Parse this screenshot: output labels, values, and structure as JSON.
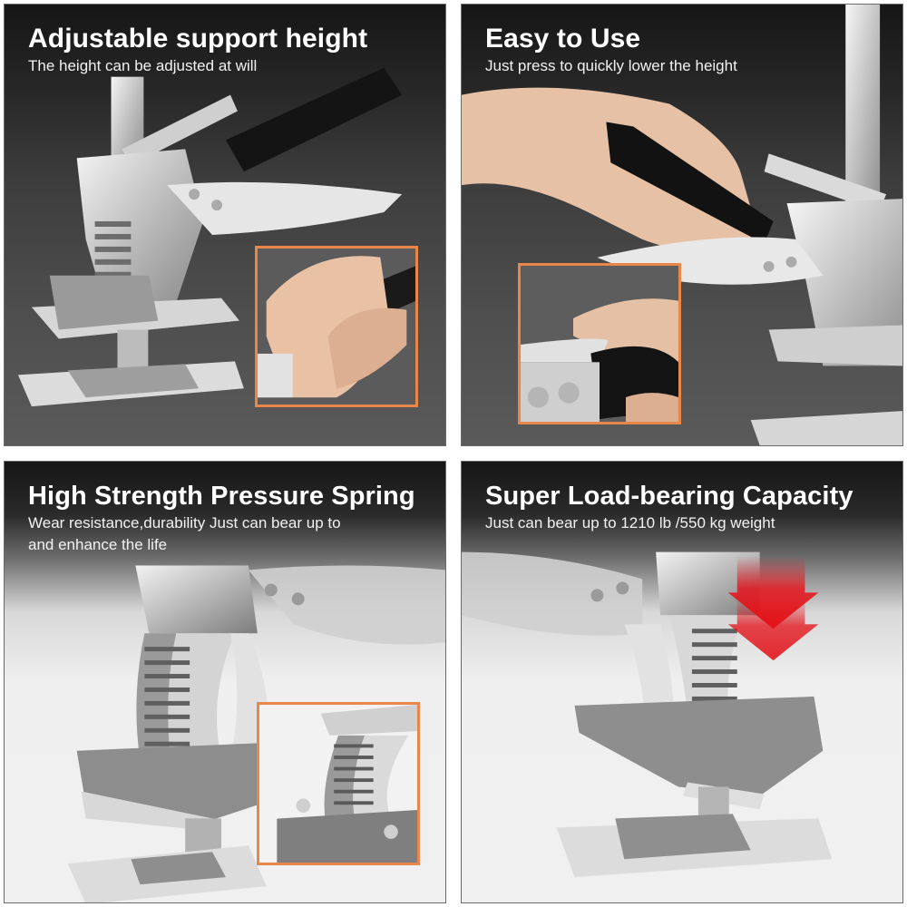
{
  "panels": [
    {
      "id": "adjustable-height",
      "title": "Adjustable support height",
      "subtitle_lines": [
        "The height can be adjusted at will"
      ],
      "has_inset": true,
      "inset_caption": "hand gripping handle"
    },
    {
      "id": "easy-to-use",
      "title": "Easy to Use",
      "subtitle_lines": [
        "Just press to quickly lower the height"
      ],
      "has_inset": true,
      "inset_caption": "thumb pressing release lever"
    },
    {
      "id": "pressure-spring",
      "title": "High Strength Pressure Spring",
      "subtitle_lines": [
        "Wear resistance,durability Just can bear up to",
        "and enhance the life"
      ],
      "has_inset": true,
      "inset_caption": "spring close-up"
    },
    {
      "id": "load-bearing",
      "title": "Super Load-bearing Capacity",
      "subtitle_lines": [
        "Just can bear up to  1210 lb /550 kg weight"
      ],
      "has_inset": false,
      "indicator": "red downward arrows"
    }
  ],
  "colors": {
    "inset_border": "#e8874a",
    "arrow": "#e3141b",
    "title_text": "#ffffff",
    "header_dark": "#161616"
  }
}
